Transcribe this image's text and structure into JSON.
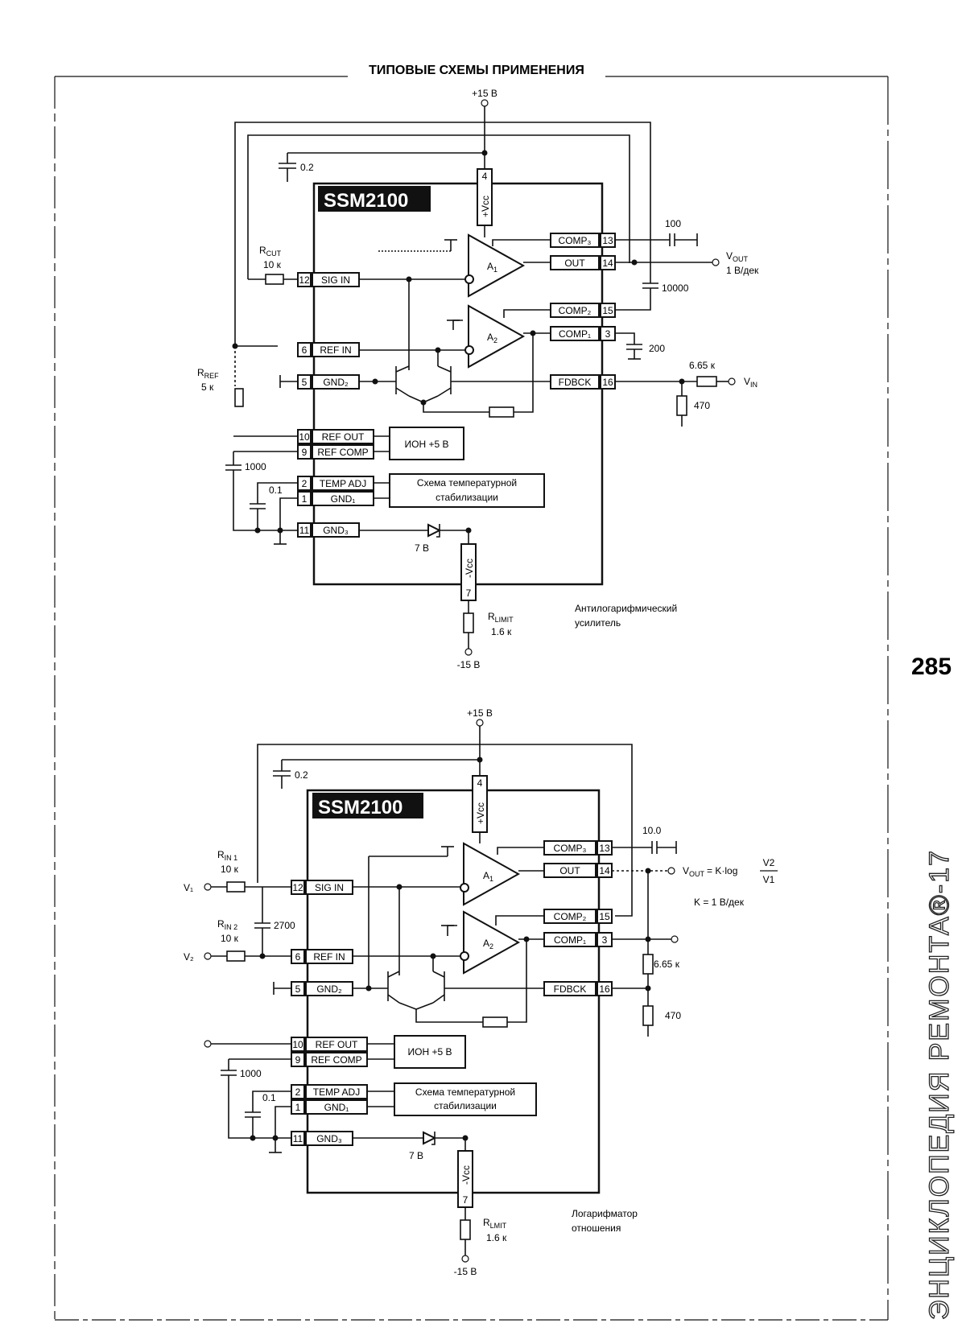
{
  "header": {
    "title": "ТИПОВЫЕ СХЕМЫ ПРИМЕНЕНИЯ"
  },
  "page_number": "285",
  "side_text": "ЭНЦИКЛОПЕДИЯ РЕМОНТА®-17",
  "circuit1": {
    "chip": "SSM2100",
    "supply_pos": "+15 В",
    "supply_neg": "-15 В",
    "caption": [
      "Антилогарифмический",
      "усилитель"
    ],
    "amp1": "A",
    "amp1_sub": "1",
    "amp2": "A",
    "amp2_sub": "2",
    "vcc_pos": "+Vcc",
    "vcc_neg": "-Vcc",
    "pins_left": [
      {
        "n": "12",
        "name": "SIG IN"
      },
      {
        "n": "6",
        "name": "REF IN"
      },
      {
        "n": "5",
        "name": "GND₂"
      },
      {
        "n": "10",
        "name": "REF OUT"
      },
      {
        "n": "9",
        "name": "REF COMP"
      },
      {
        "n": "2",
        "name": "TEMP ADJ"
      },
      {
        "n": "1",
        "name": "GND₁"
      },
      {
        "n": "11",
        "name": "GND₃"
      }
    ],
    "pins_right": [
      {
        "n": "13",
        "name": "COMP₃"
      },
      {
        "n": "14",
        "name": "OUT"
      },
      {
        "n": "15",
        "name": "COMP₂"
      },
      {
        "n": "3",
        "name": "COMP₁"
      },
      {
        "n": "16",
        "name": "FDBCK"
      }
    ],
    "pin_top": "4",
    "pin_bottom": "7",
    "ref_block": "ИОН +5 В",
    "temp_block": [
      "Схема температурной",
      "стабилизации"
    ],
    "zener": "7 В",
    "components": {
      "c_supply": "0.2",
      "r_out": "R",
      "r_out_sub": "CUT",
      "r_out_value": "10 к",
      "r_ref": "R",
      "r_ref_sub": "REF",
      "r_ref_value": "5 к",
      "c100": "100",
      "c10000": "10000",
      "c200": "200",
      "r665": "6.65 к",
      "r470": "470",
      "c1000": "1000",
      "c01": "0.1",
      "r_limit": "R",
      "r_limit_sub": "LIMIT",
      "r_limit_value": "1.6 к"
    },
    "v_out": "V",
    "v_out_sub": "OUT",
    "v_out_scale": "1 В/дек",
    "v_in": "V",
    "v_in_sub": "IN"
  },
  "circuit2": {
    "chip": "SSM2100",
    "supply_pos": "+15 В",
    "supply_neg": "-15 В",
    "caption": [
      "Логарифматор",
      "отношения"
    ],
    "amp1": "A",
    "amp1_sub": "1",
    "amp2": "A",
    "amp2_sub": "2",
    "vcc_pos": "+Vcc",
    "vcc_neg": "-Vcc",
    "pins_left": [
      {
        "n": "12",
        "name": "SIG IN"
      },
      {
        "n": "6",
        "name": "REF IN"
      },
      {
        "n": "5",
        "name": "GND₂"
      },
      {
        "n": "10",
        "name": "REF OUT"
      },
      {
        "n": "9",
        "name": "REF COMP"
      },
      {
        "n": "2",
        "name": "TEMP ADJ"
      },
      {
        "n": "1",
        "name": "GND₁"
      },
      {
        "n": "11",
        "name": "GND₃"
      }
    ],
    "pins_right": [
      {
        "n": "13",
        "name": "COMP₃"
      },
      {
        "n": "14",
        "name": "OUT"
      },
      {
        "n": "15",
        "name": "COMP₂"
      },
      {
        "n": "3",
        "name": "COMP₁"
      },
      {
        "n": "16",
        "name": "FDBCK"
      }
    ],
    "pin_top": "4",
    "pin_bottom": "7",
    "ref_block": "ИОН +5 В",
    "temp_block": [
      "Схема температурной",
      "стабилизации"
    ],
    "zener": "7 В",
    "components": {
      "c_supply": "0.2",
      "r_in1": "R",
      "r_in1_sub": "IN 1",
      "r_in1_value": "10 к",
      "r_in2": "R",
      "r_in2_sub": "IN 2",
      "r_in2_value": "10 к",
      "c2700": "2700",
      "c100": "10.0",
      "r665": "6.65 к",
      "r470": "470",
      "c1000": "1000",
      "c01": "0.1",
      "r_limit": "R",
      "r_limit_sub": "LMIT",
      "r_limit_value": "1.6 к"
    },
    "v1": "V₁",
    "v2": "V₂",
    "v_out_eq": "V",
    "v_out_sub": "OUT",
    "v_out_formula": "= K·log",
    "frac_num": "V2",
    "frac_den": "V1",
    "k_value": "K = 1 В/дек"
  }
}
